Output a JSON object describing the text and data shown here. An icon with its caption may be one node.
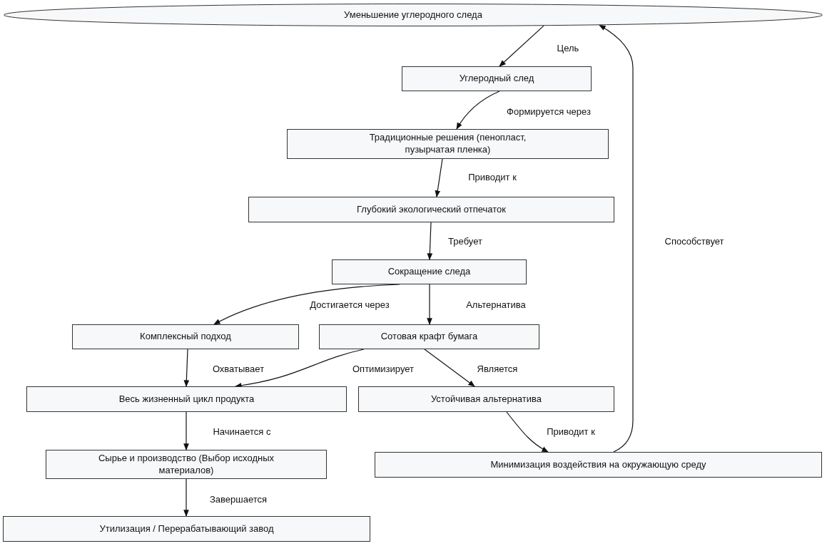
{
  "diagram": {
    "nodes": [
      {
        "text": [
          "Уменьшение углеродного следа"
        ]
      },
      {
        "text": [
          "Углеродный след"
        ]
      },
      {
        "text": [
          "Традиционные решения (пенопласт, пузырчатая пленка)"
        ]
      },
      {
        "text": [
          "Глубокий экологический отпечаток"
        ]
      },
      {
        "text": [
          "Сокращение следа"
        ]
      },
      {
        "text": [
          "Комплексный подход"
        ]
      },
      {
        "text": [
          "Сотовая крафт бумага"
        ]
      },
      {
        "text": [
          "Весь жизненный цикл продукта"
        ]
      },
      {
        "text": [
          "Устойчивая альтернатива"
        ]
      },
      {
        "text": [
          "Сырье и производство (Выбор исходных материалов)"
        ]
      },
      {
        "text": [
          "Минимизация воздействия на окружающую среду"
        ]
      },
      {
        "text": [
          "Утилизация / Перерабатывающий завод"
        ]
      }
    ],
    "edges": [
      {
        "from": 0,
        "to": 1,
        "arrow": "to",
        "label": "Цель"
      },
      {
        "from": 1,
        "to": 2,
        "arrow": "to",
        "label": "Формируется через"
      },
      {
        "from": 2,
        "to": 3,
        "arrow": "to",
        "label": "Приводит к"
      },
      {
        "from": 3,
        "to": 4,
        "arrow": "to",
        "label": "Требует"
      },
      {
        "from": 4,
        "to": 5,
        "arrow": "to",
        "label": "Достигается через"
      },
      {
        "from": 4,
        "to": 6,
        "arrow": "to",
        "label": "Альтернатива"
      },
      {
        "from": 5,
        "to": 7,
        "arrow": "to",
        "label": "Охватывает"
      },
      {
        "from": 6,
        "to": 7,
        "arrow": "to",
        "label": "Оптимизирует"
      },
      {
        "from": 6,
        "to": 8,
        "arrow": "to",
        "label": "Является"
      },
      {
        "from": 7,
        "to": 9,
        "arrow": "to",
        "label": "Начинается с"
      },
      {
        "from": 8,
        "to": 10,
        "arrow": "to",
        "label": "Приводит к"
      },
      {
        "from": 9,
        "to": 11,
        "arrow": "to",
        "label": "Завершается"
      },
      {
        "from": 10,
        "to": 0,
        "arrow": "to",
        "label": "Способствует"
      }
    ]
  }
}
